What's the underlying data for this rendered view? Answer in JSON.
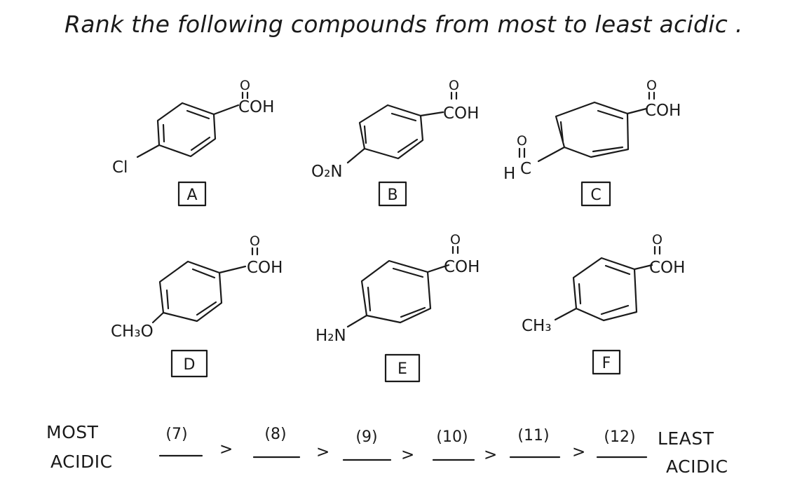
{
  "question": {
    "text": "Rank the following compounds from most to least acidic ."
  },
  "compounds": [
    {
      "id": "A",
      "label": "A",
      "acid_group": "COH",
      "carbonyl_o": "O",
      "substituent": "Cl"
    },
    {
      "id": "B",
      "label": "B",
      "acid_group": "COH",
      "carbonyl_o": "O",
      "substituent": "O₂N"
    },
    {
      "id": "C",
      "label": "C",
      "acid_group": "COH",
      "carbonyl_o": "O",
      "substituent_carbon": "C",
      "substituent_h": "H",
      "substituent_o": "O"
    },
    {
      "id": "D",
      "label": "D",
      "acid_group": "COH",
      "carbonyl_o": "O",
      "substituent": "CH₃O"
    },
    {
      "id": "E",
      "label": "E",
      "acid_group": "COH",
      "carbonyl_o": "O",
      "substituent": "H₂N"
    },
    {
      "id": "F",
      "label": "F",
      "acid_group": "COH",
      "carbonyl_o": "O",
      "substituent": "CH₃"
    }
  ],
  "ranking": {
    "most_line1": "MOST",
    "most_line2": "ACIDIC",
    "least_line1": "LEAST",
    "least_line2": "ACIDIC",
    "separator": ">",
    "blanks": [
      "(7)",
      "(8)",
      "(9)",
      "(10)",
      "(11)",
      "(12)"
    ]
  },
  "colors": {
    "ink": "#1a1a1a",
    "paper": "#ffffff"
  }
}
